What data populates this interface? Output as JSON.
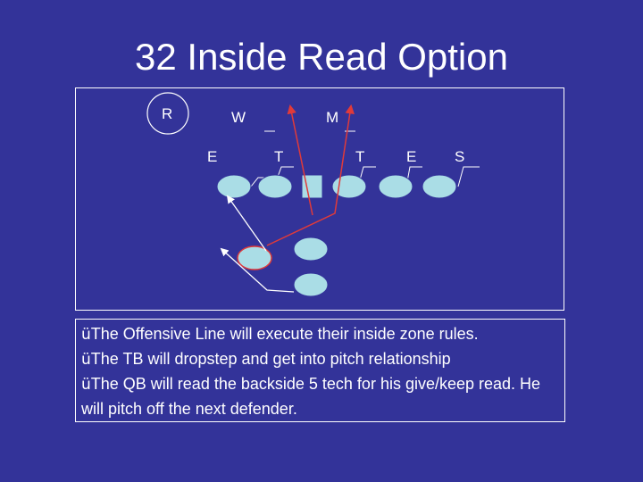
{
  "title": "32 Inside Read Option",
  "defenders": [
    {
      "id": "R",
      "label": "R"
    },
    {
      "id": "W",
      "label": "W"
    },
    {
      "id": "M",
      "label": "M"
    },
    {
      "id": "E1",
      "label": "E"
    },
    {
      "id": "T1",
      "label": "T"
    },
    {
      "id": "T2",
      "label": "T"
    },
    {
      "id": "E2",
      "label": "E"
    },
    {
      "id": "S",
      "label": "S"
    }
  ],
  "notes": [
    {
      "check": "ü",
      "text": "The Offensive Line will execute their inside zone rules."
    },
    {
      "check": "ü",
      "text": "The TB will dropstep and get into pitch relationship"
    },
    {
      "check": "ü",
      "text": "The QB will read the backside 5 tech for his give/keep read.  He will pitch off the next defender."
    }
  ],
  "colors": {
    "background": "#333399",
    "player_fill": "#aadde6",
    "route_red": "#e03a3a",
    "route_white": "#ffffff"
  }
}
